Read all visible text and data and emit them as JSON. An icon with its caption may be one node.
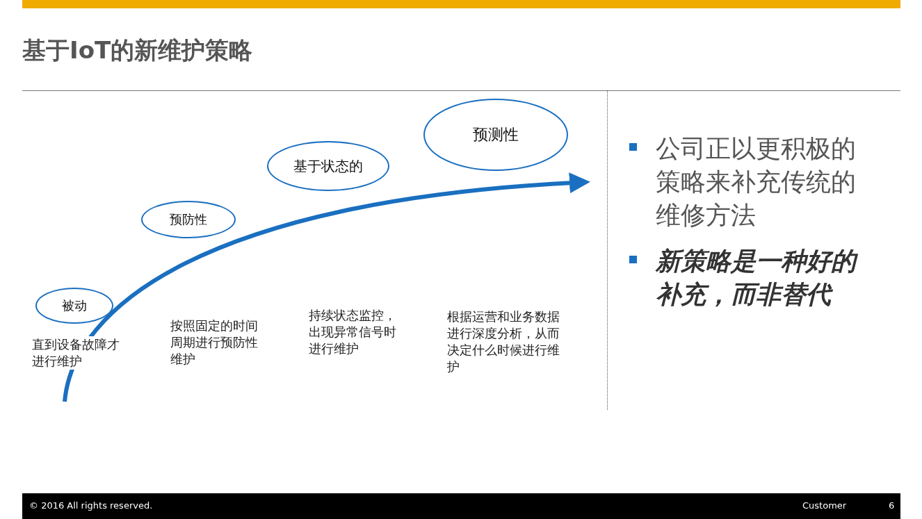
{
  "diagram": {
    "title": "基于IoT的新维护策略",
    "nodes": [
      {
        "text": [
          "被动"
        ]
      },
      {
        "text": [
          "预防性"
        ]
      },
      {
        "text": [
          "基于状态的"
        ]
      },
      {
        "text": [
          "预测性"
        ]
      }
    ],
    "edges": [],
    "labels": [
      "直到设备故障才进行维护",
      "按照固定的时间周期进行预防性维护",
      "持续状态监控，出现异常信号时进行维护",
      "根据运营和业务数据进行深度分析，从而决定什么时候进行维护",
      "公司正以更积极的策略来补充传统的维修方法",
      "新策略是一种好的补充，而非替代",
      "© 2016 All rights reserved.",
      "Customer",
      "6"
    ]
  }
}
